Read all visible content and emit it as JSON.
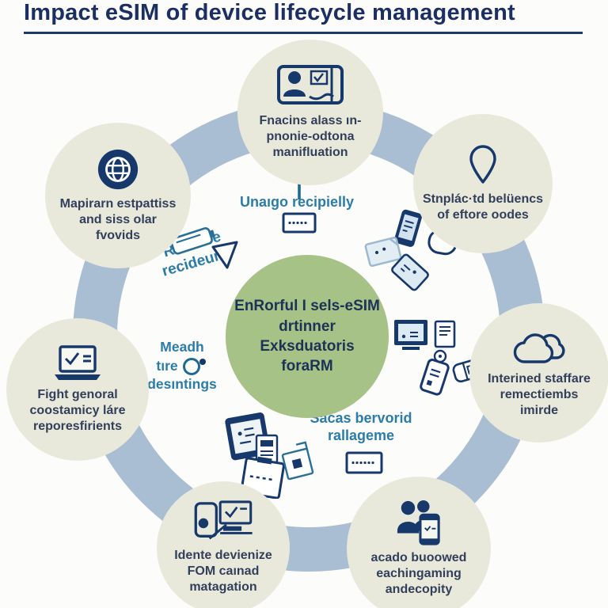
{
  "title": "Impact eSIM of device lifecycle management",
  "colors": {
    "ring": "#a9bed2",
    "node_fill": "#e9e9db",
    "center_fill": "#a6c287",
    "title_text": "#1b2f63",
    "node_text": "#323f5a",
    "label_text": "#2b7ca7",
    "icon_navy": "#17386b"
  },
  "center_node": {
    "lines": [
      "EnRorful I sels-eSIM",
      "drtinner",
      "Exksduatoris",
      "foraRM"
    ]
  },
  "nodes": [
    {
      "id": "enrollment",
      "icon": "id-card-icon",
      "lines": [
        "Fnacins alass ın-",
        "pnonie-odtona",
        "manifluation"
      ]
    },
    {
      "id": "mapping",
      "icon": "globe-icon",
      "lines": [
        "Mapirarn estpattiss",
        "and siss olar",
        "fvovids"
      ]
    },
    {
      "id": "location",
      "icon": "location-pin-icon",
      "lines": [
        "Stnplác·td belüencs",
        "of eftore oodes"
      ]
    },
    {
      "id": "compliance",
      "icon": "laptop-check-icon",
      "lines": [
        "Fight genoral",
        "coostamicy láre",
        "reporesfirients"
      ]
    },
    {
      "id": "cloud",
      "icon": "cloud-icon",
      "lines": [
        "Interined staffare",
        "remectiembs",
        "imirde"
      ]
    },
    {
      "id": "identity",
      "icon": "phone-monitor-icon",
      "lines": [
        "Idente devienize",
        "FOM caınad",
        "matagation"
      ]
    },
    {
      "id": "adoption",
      "icon": "people-phone-icon",
      "lines": [
        "acado buoowed",
        "eachingaming",
        "andecopity"
      ]
    }
  ],
  "inner_labels": {
    "unaigo": {
      "line1": "Unaıgo recipielly"
    },
    "reterice": {
      "line1": "Reterice",
      "line2": "recideuris"
    },
    "meadh": {
      "line1": "Meadh",
      "line2": "tıre",
      "line3": "desıntings"
    },
    "sacas": {
      "line1": "Sacas bervorid",
      "line2": "rallageme"
    }
  }
}
